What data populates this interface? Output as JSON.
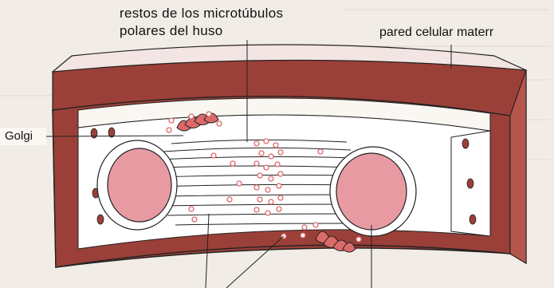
{
  "labels": {
    "spindle_line1": "restos de los microtúbulos",
    "spindle_line2": "polares del huso",
    "cell_wall": "pared celular materr",
    "golgi": "Golgi"
  },
  "colors": {
    "wall": "#9b4038",
    "nucleus": "#e89aa3",
    "vesicle": "#dd6a6a",
    "background": "#f2ece6",
    "cell_interior": "#ffffff"
  }
}
